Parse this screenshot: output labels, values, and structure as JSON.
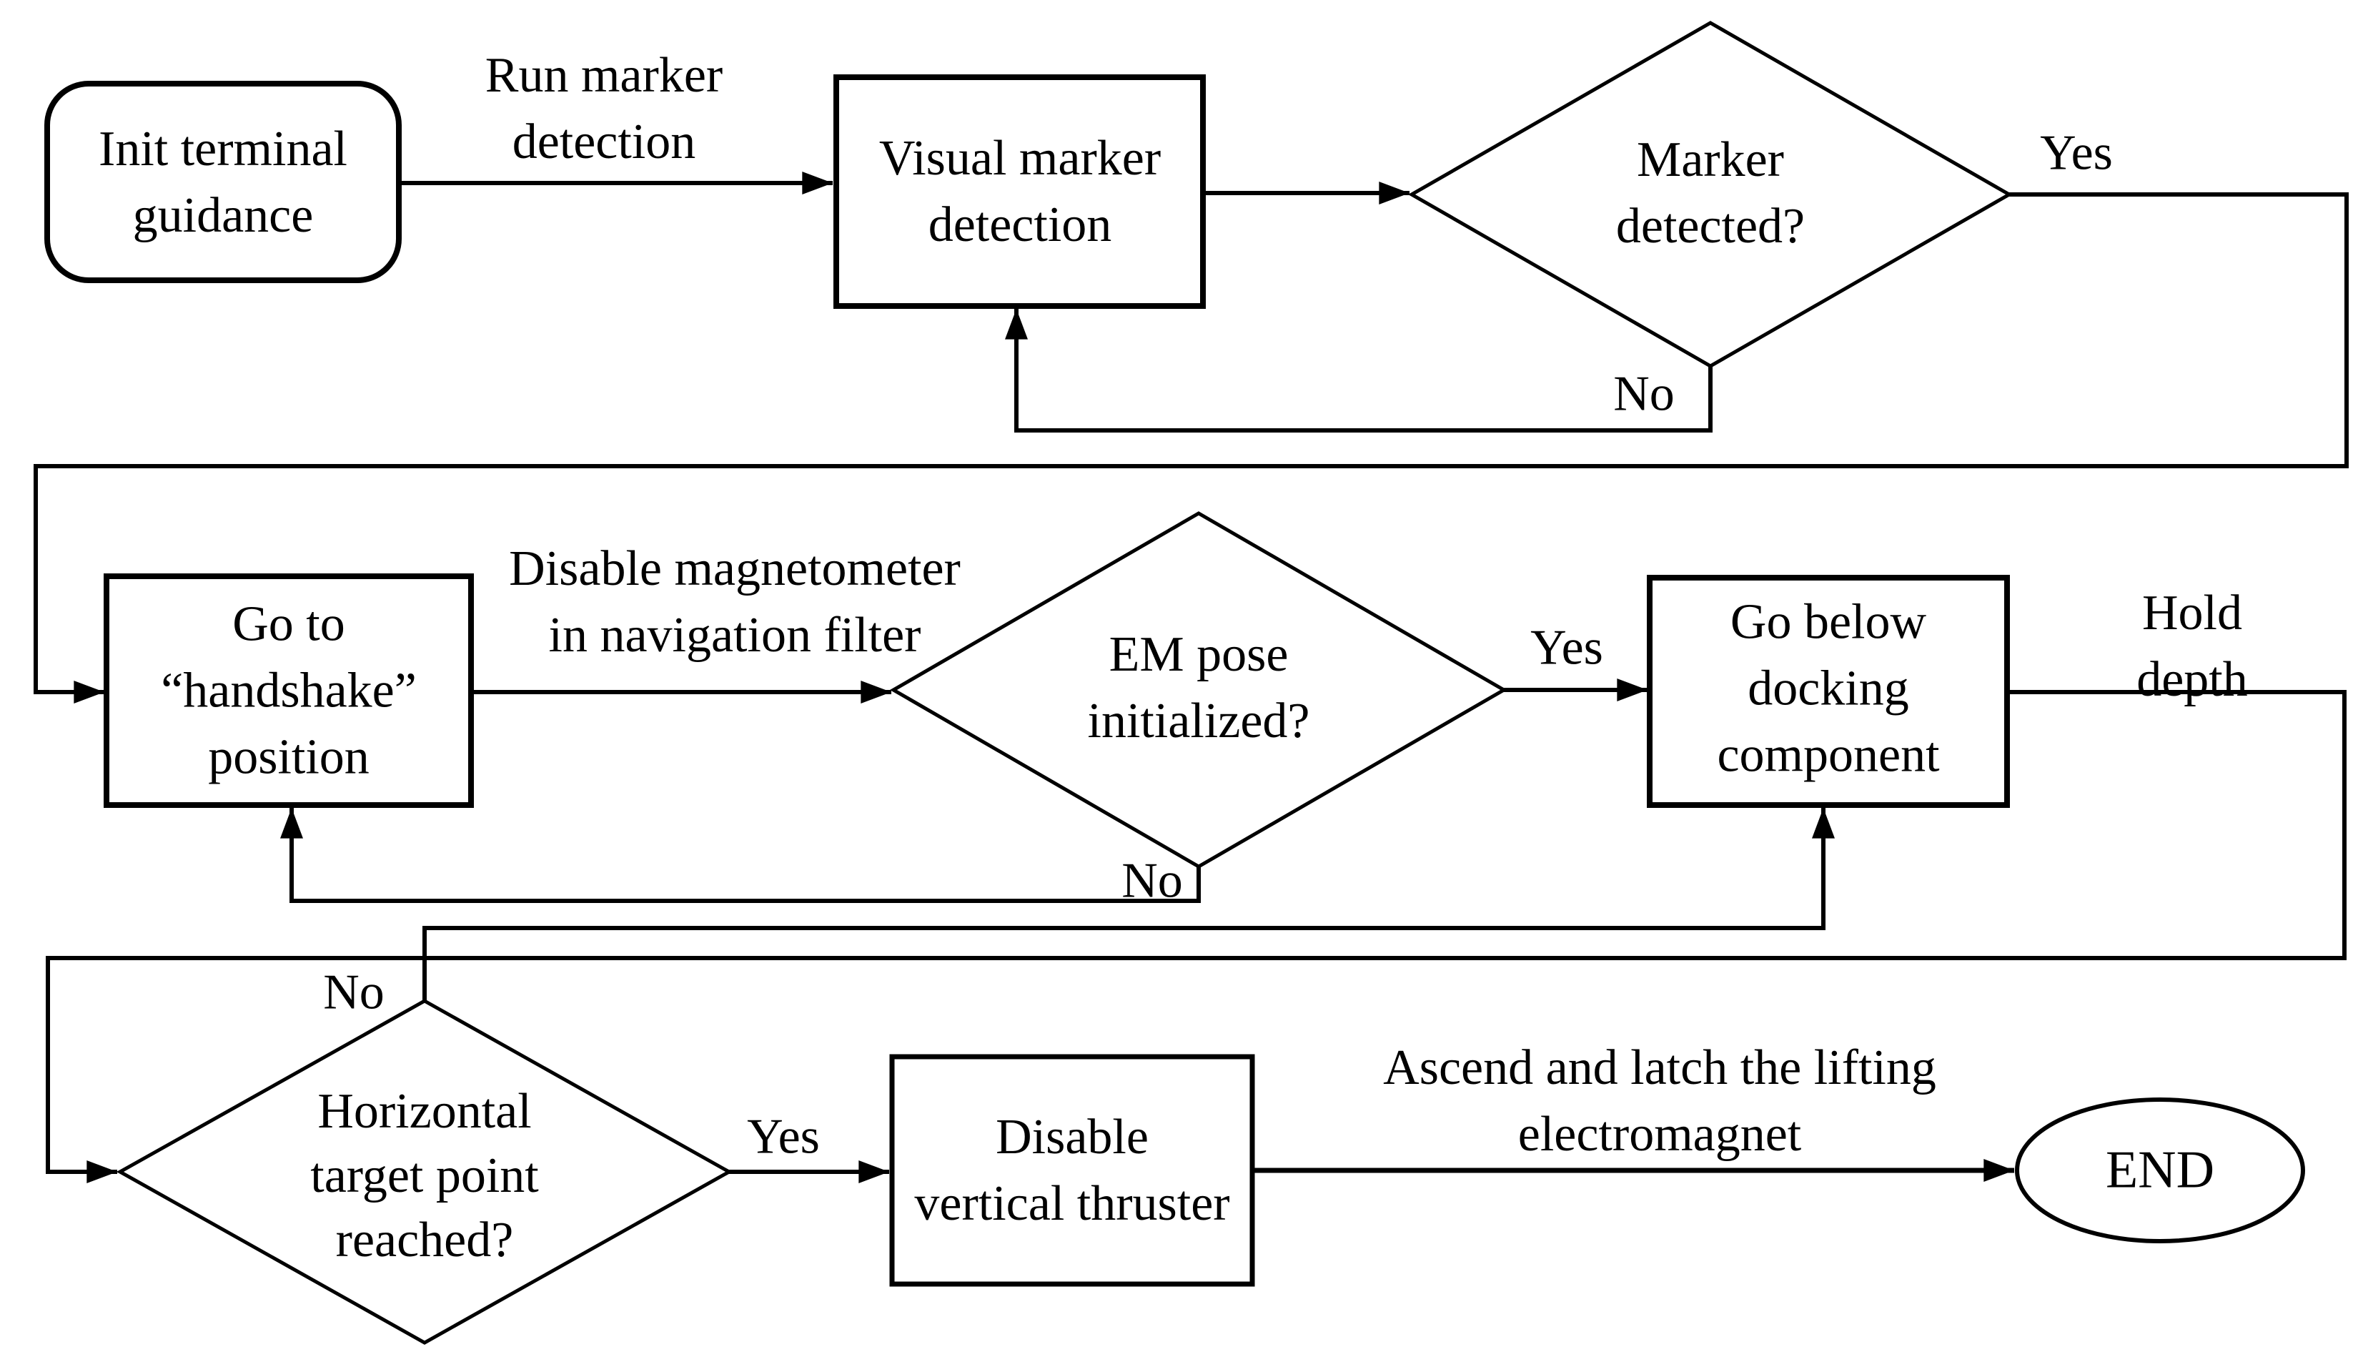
{
  "diagram": {
    "background_color": "#ffffff",
    "stroke_color": "#000000",
    "text_color": "#000000",
    "nodes": {
      "init": {
        "label": "Init terminal\nguidance",
        "shape": "rounded-rectangle"
      },
      "visual": {
        "label": "Visual marker\ndetection",
        "shape": "rectangle"
      },
      "marker_detected": {
        "label": "Marker\ndetected?",
        "shape": "diamond"
      },
      "handshake": {
        "label": "Go to\n“handshake”\nposition",
        "shape": "rectangle"
      },
      "em_pose": {
        "label": "EM pose\ninitialized?",
        "shape": "diamond"
      },
      "docking": {
        "label": "Go below\ndocking\ncomponent",
        "shape": "rectangle"
      },
      "horizontal_target": {
        "label": "Horizontal\ntarget point\nreached?",
        "shape": "diamond"
      },
      "thruster": {
        "label": "Disable\nvertical thruster",
        "shape": "rectangle"
      },
      "end": {
        "label": "END",
        "shape": "ellipse"
      }
    },
    "edge_labels": {
      "run_marker": "Run marker\ndetection",
      "yes1": "Yes",
      "no1": "No",
      "disable_mag": "Disable magnetometer\nin navigation filter",
      "yes2": "Yes",
      "no2": "No",
      "hold_depth": "Hold depth",
      "no3": "No",
      "yes3": "Yes",
      "ascend": "Ascend and latch the lifting\nelectromagnet"
    },
    "edges": [
      {
        "from": "init",
        "to": "visual",
        "label": "Run marker detection"
      },
      {
        "from": "visual",
        "to": "marker_detected",
        "label": ""
      },
      {
        "from": "marker_detected",
        "to": "handshake",
        "label": "Yes"
      },
      {
        "from": "marker_detected",
        "to": "visual",
        "label": "No"
      },
      {
        "from": "handshake",
        "to": "em_pose",
        "label": "Disable magnetometer in navigation filter"
      },
      {
        "from": "em_pose",
        "to": "docking",
        "label": "Yes"
      },
      {
        "from": "em_pose",
        "to": "handshake",
        "label": "No"
      },
      {
        "from": "docking",
        "to": "horizontal_target",
        "label": "Hold depth"
      },
      {
        "from": "horizontal_target",
        "to": "docking",
        "label": "No"
      },
      {
        "from": "horizontal_target",
        "to": "thruster",
        "label": "Yes"
      },
      {
        "from": "thruster",
        "to": "end",
        "label": "Ascend and latch the lifting electromagnet"
      }
    ]
  }
}
